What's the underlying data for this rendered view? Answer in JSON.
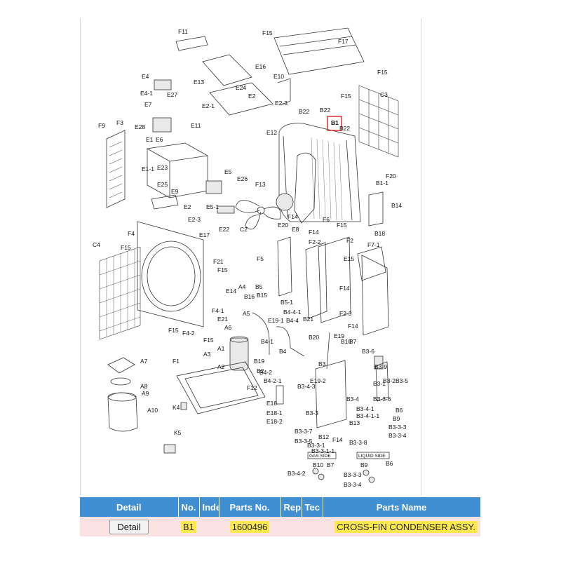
{
  "diagram": {
    "labels": [
      "F11",
      "F15",
      "F17",
      "F15",
      "E16",
      "E10",
      "E4",
      "E13",
      "E24",
      "E4-1",
      "E27",
      "E2",
      "E7",
      "E2-1",
      "E2-3",
      "F15",
      "C3",
      "B22",
      "B22",
      "B1",
      "B22",
      "F9",
      "F3",
      "E28",
      "E11",
      "E12",
      "E1",
      "E6",
      "E23",
      "E1-1",
      "E5",
      "E26",
      "F13",
      "F20",
      "B1-1",
      "B14",
      "E25",
      "E9",
      "E2",
      "E5-1",
      "F14",
      "F6",
      "E2-3",
      "E17",
      "E22",
      "E20",
      "C2",
      "E8",
      "F15",
      "B18",
      "F4",
      "F14",
      "F2-2",
      "F2",
      "F7-1",
      "C4",
      "F15",
      "F21",
      "F15",
      "F5",
      "E15",
      "F14",
      "A4",
      "E14",
      "B16",
      "B15",
      "B5",
      "B5-1",
      "F4-1",
      "E21",
      "A5",
      "B4-4-1",
      "B4-4",
      "F2-3",
      "A6",
      "E19-1",
      "B21",
      "F14",
      "F15",
      "F4-2",
      "F15",
      "A1",
      "A3",
      "B4-1",
      "B20",
      "E19",
      "B10",
      "B7",
      "A2",
      "B4",
      "B4-2",
      "B3-6",
      "A7",
      "F1",
      "B19",
      "B2",
      "B4-2-1",
      "E19-2",
      "B3",
      "B3-9",
      "B3-1",
      "A8",
      "A9",
      "F12",
      "B3-4-3",
      "B3-2",
      "B3-5",
      "A10",
      "K4",
      "E18",
      "E18-1",
      "E18-2",
      "B3-3",
      "B3-3-6",
      "B3-4",
      "B3-4-1",
      "B3-4-1-1",
      "B6",
      "B9",
      "B3-3-3",
      "B3-3-4",
      "K5",
      "B3-3-7",
      "B3-3-5",
      "B12",
      "B3-3-1",
      "B3-3-1-1",
      "F14",
      "B13",
      "B3-3-8",
      "B10",
      "B7",
      "B9",
      "B6",
      "B3-4-2",
      "B3-3-3",
      "B3-3-4"
    ],
    "gas_side_label": "GAS SIDE",
    "liquid_side_label": "LIQUID SIDE",
    "highlighted_part": "B1"
  },
  "table": {
    "headers": [
      "Detail",
      "No.",
      "Inde",
      "Parts No.",
      "Rep",
      "Tec",
      "Parts Name"
    ],
    "rows": [
      {
        "detail_button": "Detail",
        "no": "B1",
        "index": "",
        "parts_no": "1600496",
        "rep": "",
        "tec": "",
        "parts_name": "CROSS-FIN CONDENSER ASSY."
      }
    ]
  },
  "colors": {
    "header_bg": "#3f8fd2",
    "row_bg": "#fbe2e2",
    "highlight": "#ffe94d",
    "selection_box": "#e02020"
  }
}
